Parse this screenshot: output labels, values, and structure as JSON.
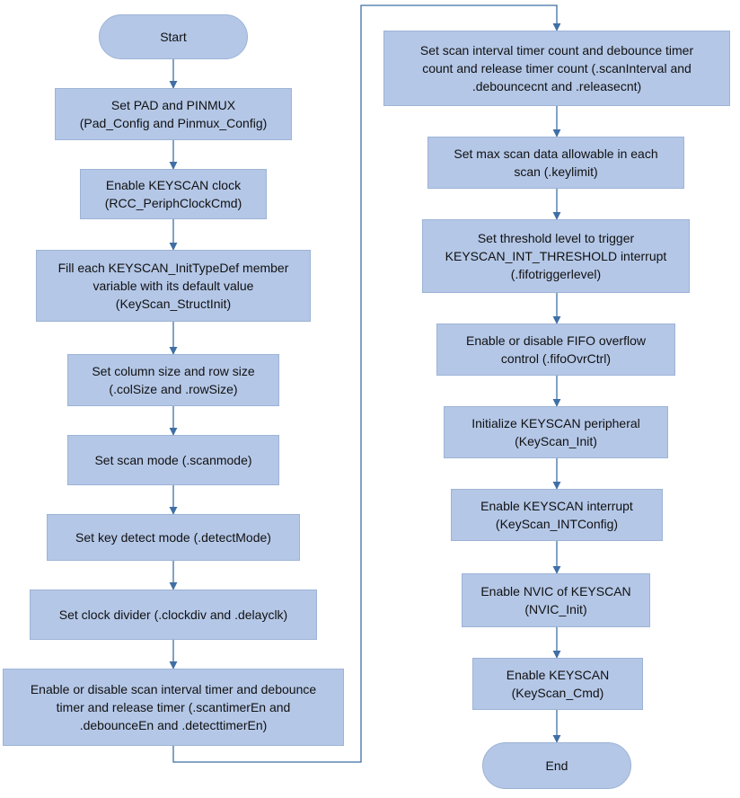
{
  "colors": {
    "node_fill": "#b4c7e7",
    "node_border": "#9db3d6",
    "connector": "#3f6fa4",
    "text": "#111111"
  },
  "flow": {
    "left_column": {
      "start": "Start",
      "step1": "Set PAD and PINMUX\n(Pad_Config and Pinmux_Config)",
      "step2": "Enable KEYSCAN clock\n(RCC_PeriphClockCmd)",
      "step3": "Fill each KEYSCAN_InitTypeDef member\nvariable with its default value\n(KeyScan_StructInit)",
      "step4": "Set column size and row size\n(.colSize and .rowSize)",
      "step5": "Set scan mode (.scanmode)",
      "step6": "Set key detect mode (.detectMode)",
      "step7": "Set clock divider (.clockdiv and .delayclk)",
      "step8": "Enable or disable scan interval timer and debounce\ntimer and release timer (.scantimerEn and\n.debounceEn and .detecttimerEn)"
    },
    "right_column": {
      "step9": "Set scan interval timer count and debounce timer\ncount and release timer count (.scanInterval and\n.debouncecnt and .releasecnt)",
      "step10": "Set max scan data allowable in each\nscan (.keylimit)",
      "step11": "Set threshold level to trigger\nKEYSCAN_INT_THRESHOLD interrupt\n(.fifotriggerlevel)",
      "step12": "Enable or disable FIFO overflow\ncontrol (.fifoOvrCtrl)",
      "step13": "Initialize KEYSCAN peripheral\n(KeyScan_Init)",
      "step14": "Enable KEYSCAN interrupt\n(KeyScan_INTConfig)",
      "step15": "Enable NVIC of KEYSCAN\n(NVIC_Init)",
      "step16": "Enable KEYSCAN\n(KeyScan_Cmd)",
      "end": "End"
    }
  }
}
